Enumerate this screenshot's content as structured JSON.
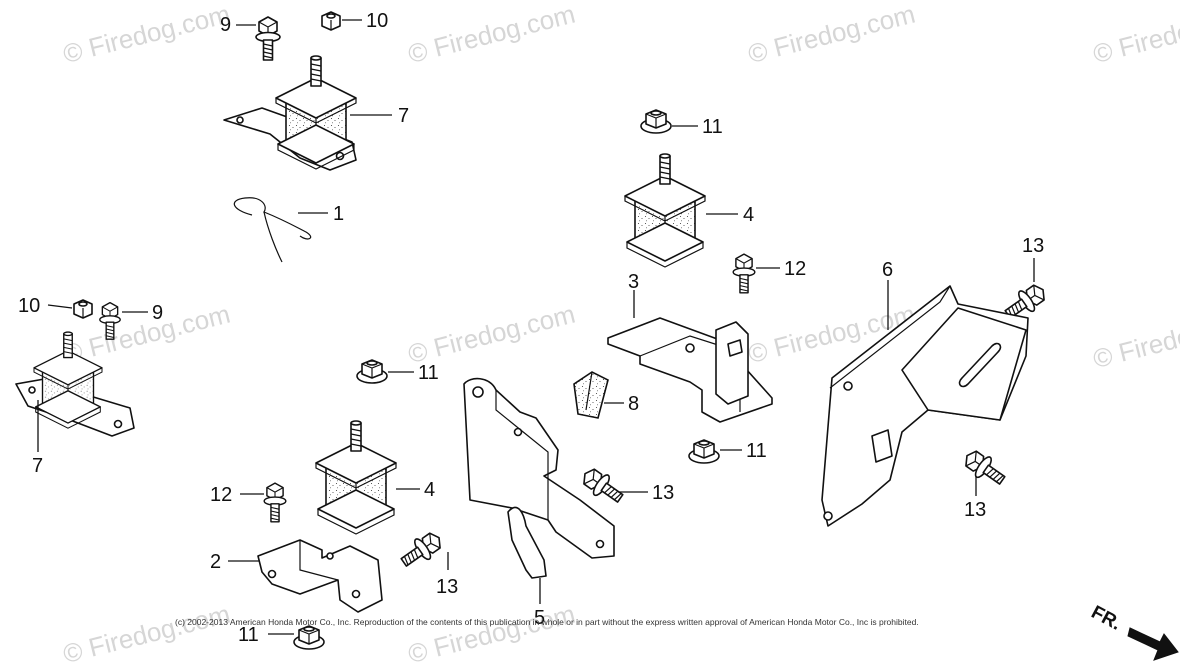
{
  "watermarks": [
    "© Firedog.com",
    "© Firedog.com",
    "© Firedog.com",
    "© Firedog.com",
    "© Firedog.com",
    "© Firedog.com",
    "© Firedog.com",
    "© Firedog.com",
    "© Firedog.com",
    "© Firedog.com"
  ],
  "callouts": {
    "c9_top": "9",
    "c10_top": "10",
    "c7_top": "7",
    "c1": "1",
    "c10_left": "10",
    "c9_left": "9",
    "c7_left": "7",
    "c11_upper": "11",
    "c4_upper": "4",
    "c12_upper": "12",
    "c13_right_top": "13",
    "c6": "6",
    "c3": "3",
    "c11_mid": "11",
    "c8": "8",
    "c11_right": "11",
    "c4_lower": "4",
    "c12_lower": "12",
    "c13_mid": "13",
    "c13_right_bottom": "13",
    "c2": "2",
    "c13_lower": "13",
    "c5": "5",
    "c11_bottom": "11"
  },
  "copyright": "(c) 2002-2013 American Honda Motor Co., Inc. Reproduction of the contents of this publication in whole or in part without the express written approval of American Honda Motor Co., Inc is prohibited.",
  "direction_label": "FR."
}
